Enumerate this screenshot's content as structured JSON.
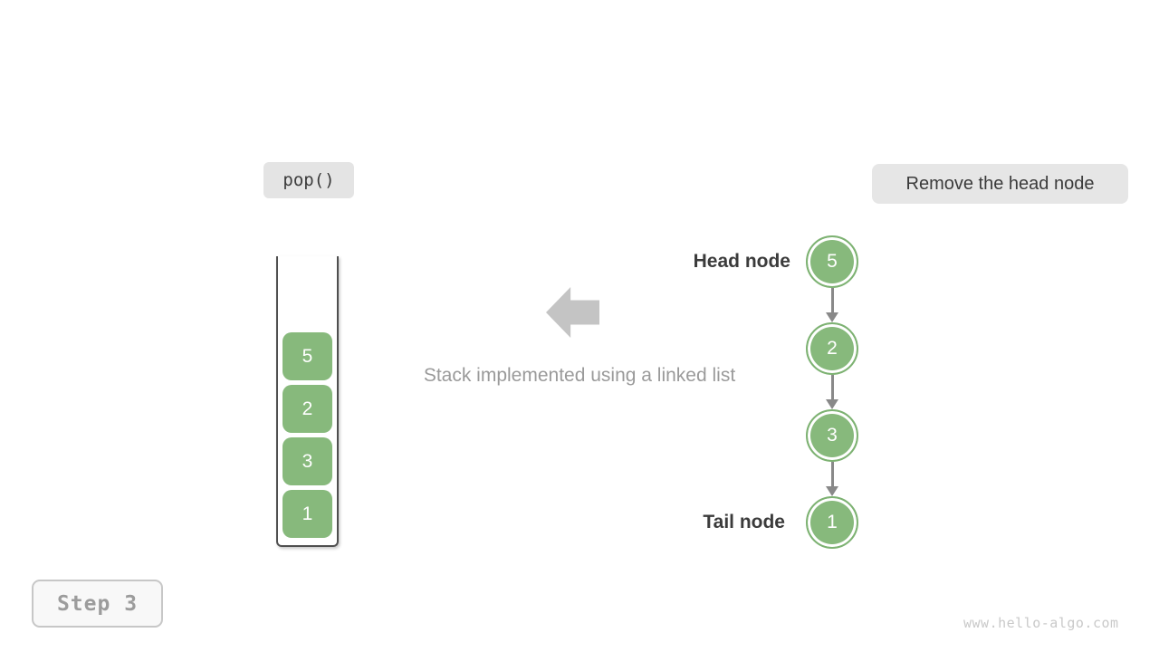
{
  "operation_badge": {
    "label": "pop()"
  },
  "action_badge": {
    "label": "Remove the head node"
  },
  "stack": {
    "items_top_to_bottom": [
      "5",
      "2",
      "3",
      "1"
    ]
  },
  "caption": "Stack implemented using a linked list",
  "linked_list": {
    "head_label": "Head node",
    "tail_label": "Tail node",
    "nodes_head_to_tail": [
      "5",
      "2",
      "3",
      "1"
    ]
  },
  "step_indicator": {
    "label": "Step 3"
  },
  "watermark": "www.hello-algo.com",
  "colors": {
    "node_green": "#87b97c",
    "badge_gray": "#e5e5e5",
    "big_arrow_gray": "#c4c4c4",
    "connector_gray": "#898989",
    "container_border": "#4f4f4f",
    "dark_text": "#3b3b3b",
    "muted_text": "#9a9a9a",
    "watermark_gray": "#c9c9c9"
  }
}
